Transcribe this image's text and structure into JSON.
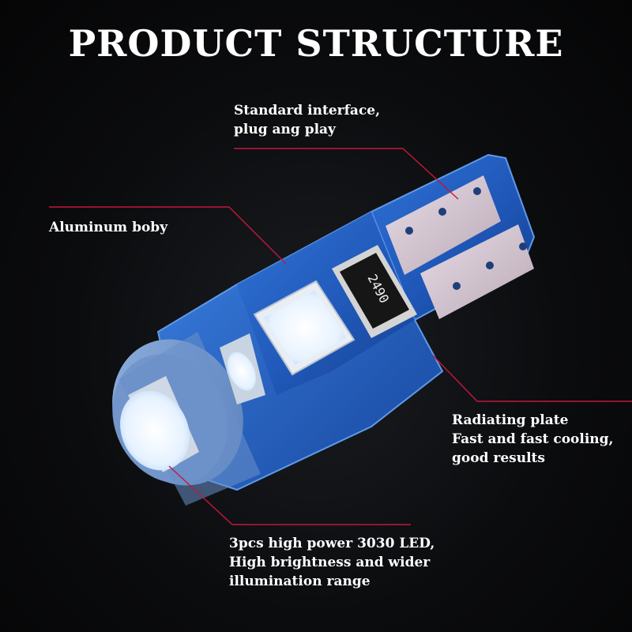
{
  "title": "PRODUCT STRUCTURE",
  "callouts": {
    "interface": {
      "lines": [
        "Standard interface,",
        "plug ang play"
      ]
    },
    "aluminum": {
      "lines": [
        "Aluminum boby"
      ]
    },
    "radiating": {
      "lines": [
        "Radiating plate",
        "Fast and fast cooling,",
        "good results"
      ]
    },
    "led": {
      "lines": [
        "3pcs high power 3030 LED,",
        "High brightness and wider",
        "illumination range"
      ]
    }
  },
  "resistor_marking": "2490",
  "colors": {
    "background": "#0b0c0e",
    "board_blue": "#1f57b8",
    "callout_line": "#c2183a",
    "text": "#ffffff"
  }
}
